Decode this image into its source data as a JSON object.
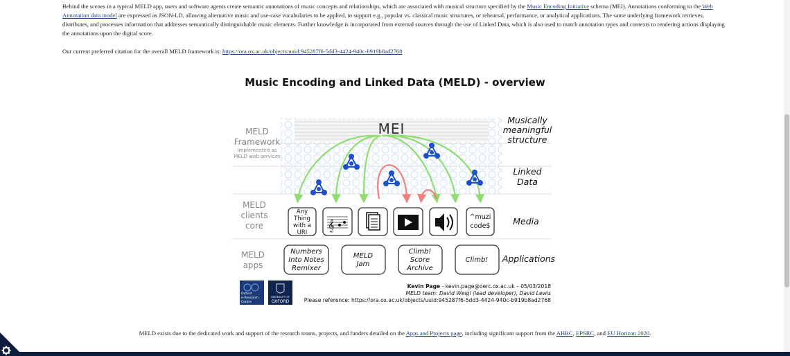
{
  "intro": {
    "seg1": "Behind the scenes in a typical MELD app, users and software agents create semantic annotations of music concepts and relationships, which are associated with musical structure specified by the ",
    "link_mei": "Music Encoding Initiative",
    "seg2": " schema (MEI). Annotations conforming to the",
    "link_wa": " Web Annotation data model",
    "seg3": " are expressed as JSON-LD, allowing alternative music and use-case vocabularies to be applied, to support e.g., popular vs. classical music structures, or rehearsal, performance, or analytical applications. The same underlying framework retrieves, distributes, and processes information that addresses semantically distinguishable music elements. Further knowledge is incorporated from external sources through the use of Linked Data, which is also used to match annotation types and contexts to rendering actions displaying the annotations upon the digital score."
  },
  "citation": {
    "text": "Our current preferred citation for the overall MELD framework is: ",
    "link": "https://ora.ox.ac.uk/objects/uuid:945287f6-5dd3-4424-940c-b919b8ad2768"
  },
  "diagram": {
    "title": "Music Encoding and Linked Data (MELD) - overview",
    "left_labels": {
      "framework_1": "MELD",
      "framework_2": "Framework",
      "framework_sub_1": "Implemented as",
      "framework_sub_2": "MELD web services",
      "clients_1": "MELD",
      "clients_2": "clients",
      "clients_3": "core",
      "apps_1": "MELD",
      "apps_2": "apps"
    },
    "right_labels": {
      "structure_1": "Musically",
      "structure_2": "meaningful",
      "structure_3": "structure",
      "linked_1": "Linked",
      "linked_2": "Data",
      "media": "Media",
      "applications": "Applications"
    },
    "mei_label": "MEI",
    "media_boxes": {
      "any_1": "Any",
      "any_2": "Thing",
      "any_3": "with a",
      "any_4": "URI",
      "muzi_1": "^muzi",
      "muzi_2": "code$"
    },
    "apps": {
      "numbers_1": "Numbers",
      "numbers_2": "Into Notes",
      "numbers_3": "Remixer",
      "jam_1": "MELD",
      "jam_2": "Jam",
      "climb_archive_1": "Climb!",
      "climb_archive_2": "Score",
      "climb_archive_3": "Archive",
      "climb": "Climb!"
    },
    "credits": {
      "author": "Kevin Page",
      "contact": " - kevin.page@oerc.ox.ac.uk – 05/03/2018",
      "team": "MELD team: David Weigl (lead developer), David Lewis",
      "reference": "Please reference: https://ora.ox.ac.uk/objects/uuid:945287f6-5dd3-4424-940c-b919b8ad2768"
    },
    "logos": {
      "oerc_1": "Oxford",
      "oerc_2": "e-Research",
      "oerc_3": "Centre",
      "ox_1": "UNIVERSITY OF",
      "ox_2": "OXFORD"
    },
    "colors": {
      "green": "#8fdc72",
      "red": "#f08080",
      "node_blue": "#1f4fc9"
    }
  },
  "footer": {
    "seg1": "MELD exists due to the dedicated work and support of the research teams, projects, and funders detailed on the ",
    "link_apps": "Apps and Projects page",
    "seg2": ", including significant support from the ",
    "link_ahrc": "AHRC",
    "sep1": ", ",
    "link_epsrc": "EPSRC",
    "sep2": ", and ",
    "link_eu": "EU Horizon 2020",
    "seg3": "."
  }
}
